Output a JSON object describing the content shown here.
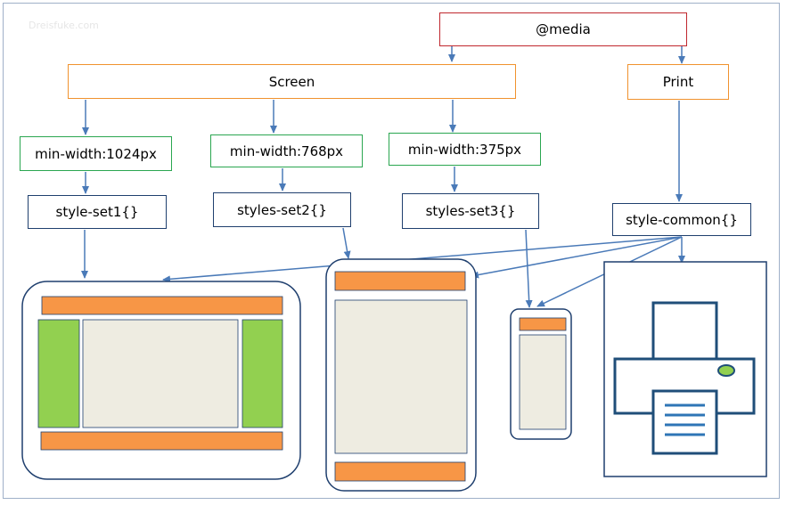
{
  "root": {
    "label": "@media"
  },
  "types": [
    {
      "id": "screen",
      "label": "Screen"
    },
    {
      "id": "print",
      "label": "Print"
    }
  ],
  "queries": [
    {
      "label": "min-width:1024px"
    },
    {
      "label": "min-width:768px"
    },
    {
      "label": "min-width:375px"
    }
  ],
  "styles": [
    {
      "label": "style-set1{}"
    },
    {
      "label": "styles-set2{}"
    },
    {
      "label": "styles-set3{}"
    },
    {
      "label": "style-common{}"
    }
  ],
  "watermark": "Dreisfuke.com",
  "colors": {
    "root_border": "#c0282e",
    "type_border": "#f0922e",
    "query_border": "#2aa650",
    "style_border": "#1f3f6e",
    "arrow": "#4a7ab8",
    "device_outline": "#1f3f6e",
    "header_footer": "#f79646",
    "sidebar": "#92d050",
    "content": "#eeece1"
  },
  "devices": [
    {
      "name": "desktop",
      "icon": "desktop-layout-icon"
    },
    {
      "name": "tablet",
      "icon": "tablet-layout-icon"
    },
    {
      "name": "phone",
      "icon": "phone-layout-icon"
    },
    {
      "name": "printer",
      "icon": "printer-icon"
    }
  ]
}
